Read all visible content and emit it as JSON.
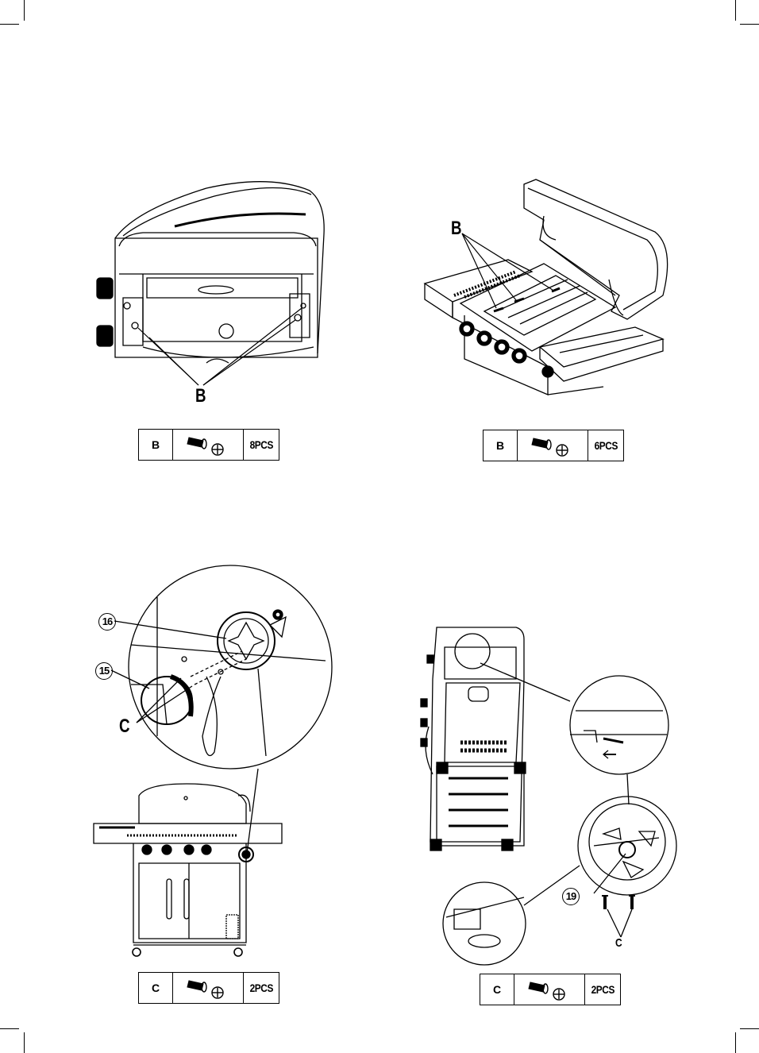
{
  "steps": [
    {
      "callouts": [
        "B"
      ],
      "hardware": {
        "code": "B",
        "qty": "8PCS",
        "icon": "screw-icon"
      }
    },
    {
      "callouts": [
        "B"
      ],
      "hardware": {
        "code": "B",
        "qty": "6PCS",
        "icon": "screw-icon"
      }
    },
    {
      "callouts": [
        "16",
        "15",
        "C"
      ],
      "hardware": {
        "code": "C",
        "qty": "2PCS",
        "icon": "screw-icon"
      }
    },
    {
      "callouts": [
        "19",
        "C"
      ],
      "hardware": {
        "code": "C",
        "qty": "2PCS",
        "icon": "screw-icon"
      }
    }
  ]
}
